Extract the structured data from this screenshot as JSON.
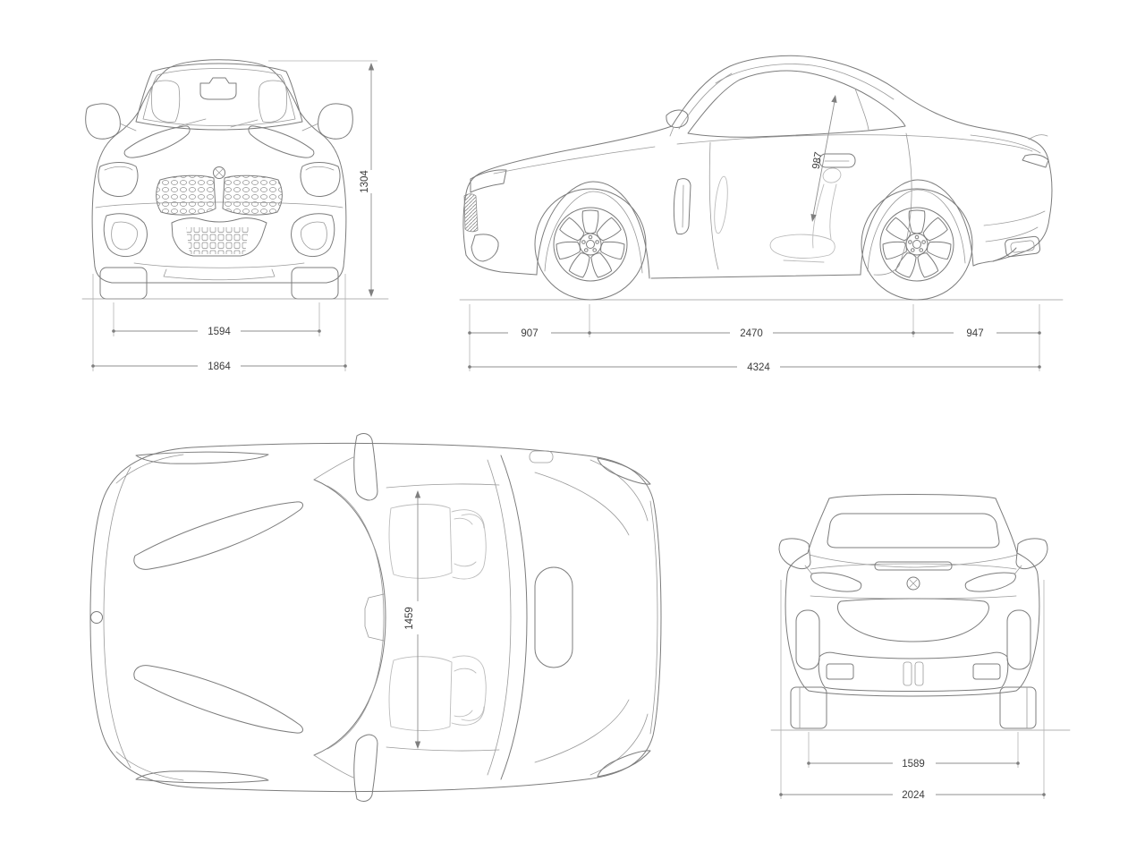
{
  "drawing": {
    "subject": "roadster-blueprint-four-views",
    "views": [
      "front",
      "side",
      "top",
      "rear"
    ]
  },
  "dimensions": {
    "front": {
      "overall_height": "1304",
      "track_width": "1594",
      "body_width": "1864"
    },
    "side": {
      "cabin_height": "987",
      "front_overhang": "907",
      "wheelbase": "2470",
      "rear_overhang": "947",
      "overall_length": "4324"
    },
    "top": {
      "interior_width": "1459"
    },
    "rear": {
      "track_width": "1589",
      "overall_width": "2024"
    }
  },
  "icons": {
    "roundel_front": "bmw-roundel-icon",
    "roundel_top": "bmw-roundel-icon",
    "roundel_rear": "bmw-roundel-icon"
  },
  "colors": {
    "background": "#ffffff",
    "line": "#7c7c7c",
    "light_line": "#bcbcbc",
    "dimension_line": "#8f8f8f",
    "dimension_text": "#3c3c3c"
  }
}
